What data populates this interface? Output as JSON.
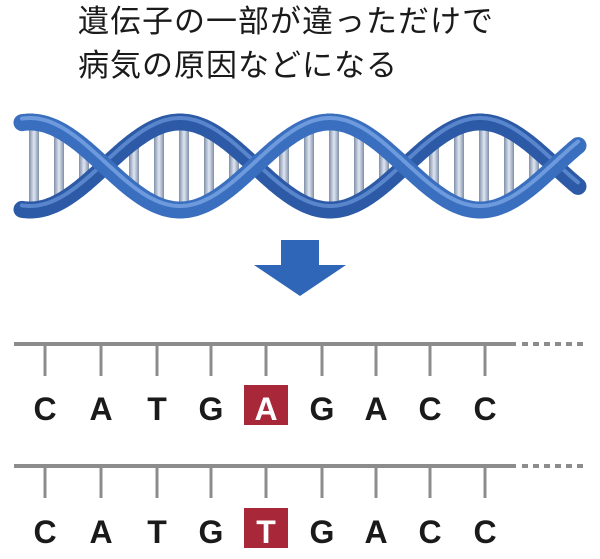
{
  "caption": {
    "line1": "遺伝子の一部が違っただけで",
    "line2": "病気の原因などになる"
  },
  "sequences": [
    {
      "bases": [
        "C",
        "A",
        "T",
        "G",
        "A",
        "G",
        "A",
        "C",
        "C"
      ],
      "highlight_index": 4
    },
    {
      "bases": [
        "C",
        "A",
        "T",
        "G",
        "T",
        "G",
        "A",
        "C",
        "C"
      ],
      "highlight_index": 4
    }
  ],
  "colors": {
    "helix": "#3a6fbf",
    "arrow": "#2f66b8",
    "line": "#8c8c8c",
    "highlight": "#a8283a",
    "text": "#1a1a1a"
  }
}
